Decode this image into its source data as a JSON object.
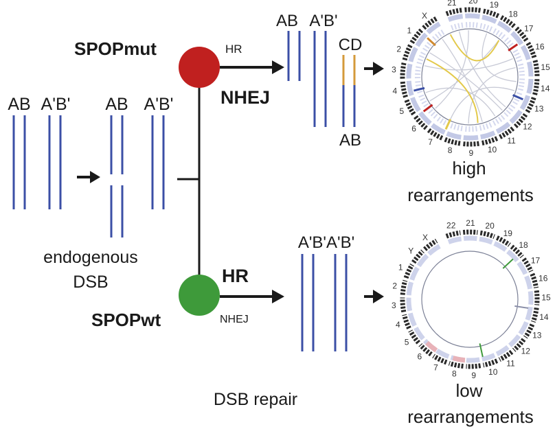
{
  "labels": {
    "spop_mut": "SPOPmut",
    "spop_wt": "SPOPwt",
    "hr_small_top": "HR",
    "nhej_bold_top": "NHEJ",
    "hr_bold_bottom": "HR",
    "nhej_small_bottom": "NHEJ",
    "endogenous": "endogenous",
    "dsb": "DSB",
    "dsb_repair": "DSB repair",
    "high": "high",
    "low": "low",
    "rearr_high": "rearrangements",
    "rearr_low": "rearrangements"
  },
  "chromatids": {
    "initial": [
      "AB",
      "A'B'"
    ],
    "after_break": [
      "AB",
      "A'B'"
    ],
    "mut_products_top": [
      "AB",
      "A'B'",
      "CD"
    ],
    "mut_product_bottom": "AB",
    "wt_products": "A'B'A'B'"
  },
  "circos": {
    "chromosomes_top": [
      "21",
      "20",
      "19",
      "18",
      "17",
      "16",
      "15",
      "14",
      "13",
      "12",
      "11",
      "10",
      "9",
      "8",
      "7",
      "6",
      "5",
      "4",
      "3",
      "2",
      "1",
      "X"
    ],
    "chromosomes_bottom": [
      "22",
      "21",
      "20",
      "19",
      "18",
      "17",
      "16",
      "15",
      "14",
      "13",
      "12",
      "11",
      "10",
      "9",
      "8",
      "7",
      "6",
      "5",
      "4",
      "3",
      "2",
      "1",
      "Y",
      "X"
    ]
  },
  "colors": {
    "chromatid": "#3b4fa6",
    "cd_segment": "#d49a3a",
    "spop_mut": "#c0201f",
    "spop_wt": "#3e9a3a",
    "line": "#1a1a1a",
    "circos_ring": "#b9c0e2",
    "circos_link_yellow": "#e3c94a",
    "circos_link_grey": "#c8cad6"
  }
}
